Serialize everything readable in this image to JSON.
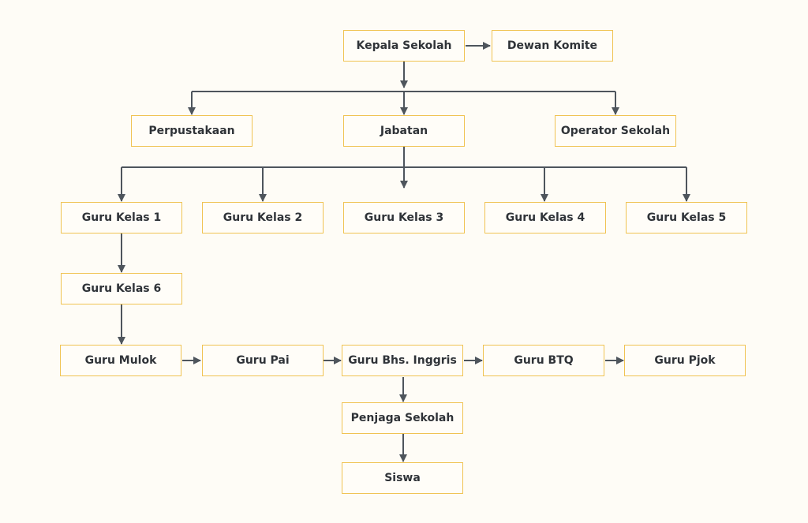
{
  "nodes": {
    "kepala_sekolah": "Kepala Sekolah",
    "dewan_komite": "Dewan Komite",
    "perpustakaan": "Perpustakaan",
    "jabatan": "Jabatan",
    "operator_sekolah": "Operator Sekolah",
    "guru_kelas_1": "Guru Kelas 1",
    "guru_kelas_2": "Guru Kelas 2",
    "guru_kelas_3": "Guru Kelas 3",
    "guru_kelas_4": "Guru Kelas 4",
    "guru_kelas_5": "Guru Kelas 5",
    "guru_kelas_6": "Guru Kelas 6",
    "guru_mulok": "Guru Mulok",
    "guru_pai": "Guru Pai",
    "guru_bhs_inggris": "Guru Bhs. Inggris",
    "guru_btq": "Guru BTQ",
    "guru_pjok": "Guru Pjok",
    "penjaga_sekolah": "Penjaga Sekolah",
    "siswa": "Siswa"
  },
  "colors": {
    "background": "#fefcf6",
    "box_border": "#f0c352",
    "box_fill": "#fffdf8",
    "connector": "#4e555c",
    "text": "#2f3338"
  }
}
